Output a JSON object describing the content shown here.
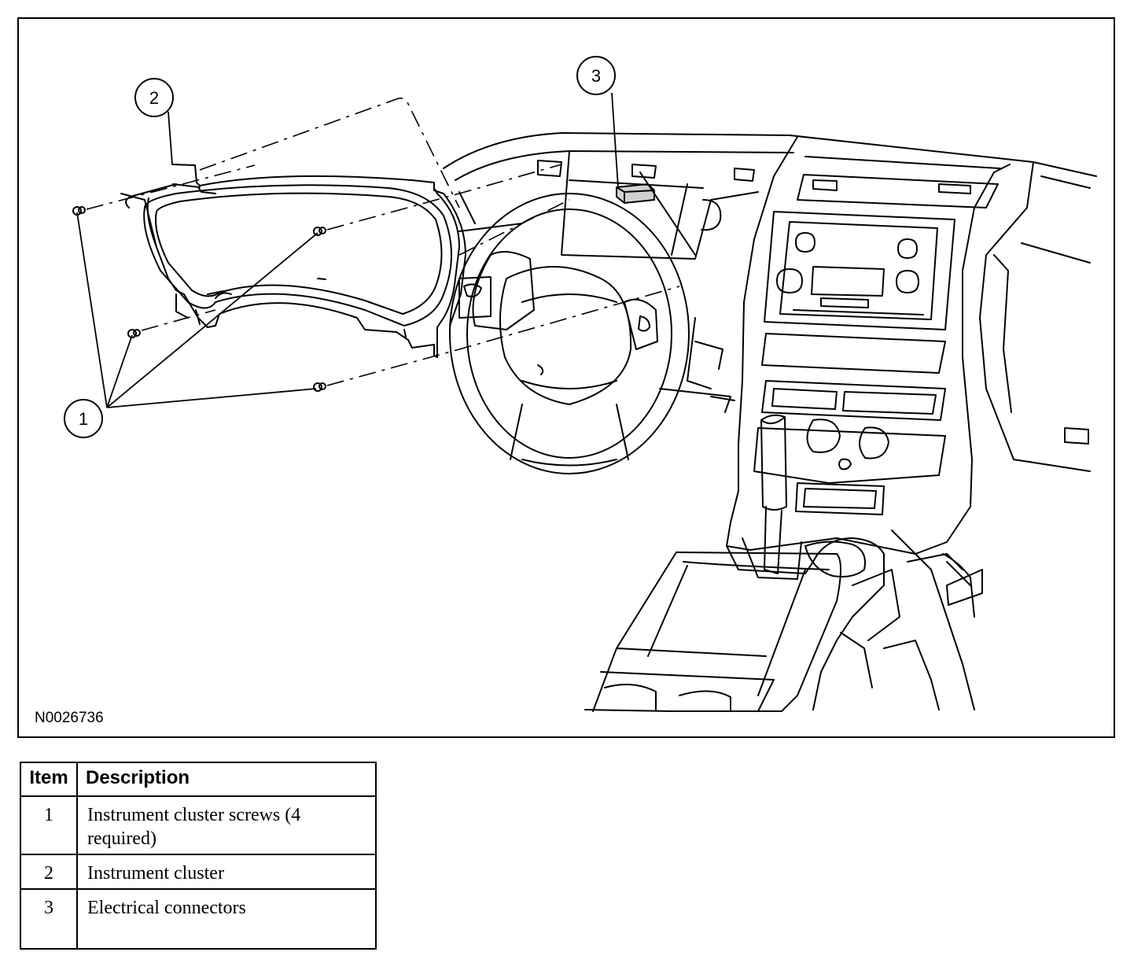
{
  "figure": {
    "id": "N0026736",
    "callouts": [
      {
        "number": "1"
      },
      {
        "number": "2"
      },
      {
        "number": "3"
      }
    ]
  },
  "legend": {
    "headers": {
      "item": "Item",
      "description": "Description"
    },
    "rows": [
      {
        "item": "1",
        "description": "Instrument cluster screws (4 required)"
      },
      {
        "item": "2",
        "description": "Instrument cluster"
      },
      {
        "item": "3",
        "description": "Electrical connectors"
      }
    ]
  }
}
